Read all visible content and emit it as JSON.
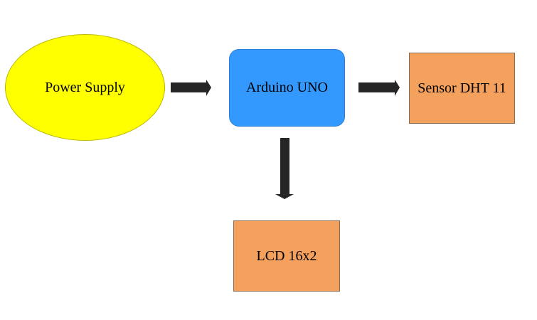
{
  "nodes": {
    "power_supply": {
      "label": "Power Supply",
      "color": "#ffff00"
    },
    "arduino": {
      "label": "Arduino UNO",
      "color": "#3399ff"
    },
    "sensor": {
      "label": "Sensor DHT 11",
      "color": "#f4a15d"
    },
    "lcd": {
      "label": "LCD 16x2",
      "color": "#f4a15d"
    }
  },
  "edges": [
    {
      "from": "Power Supply",
      "to": "Arduino UNO"
    },
    {
      "from": "Arduino UNO",
      "to": "Sensor DHT 11"
    },
    {
      "from": "Arduino UNO",
      "to": "LCD 16x2"
    }
  ],
  "arrow_color": "#262626"
}
